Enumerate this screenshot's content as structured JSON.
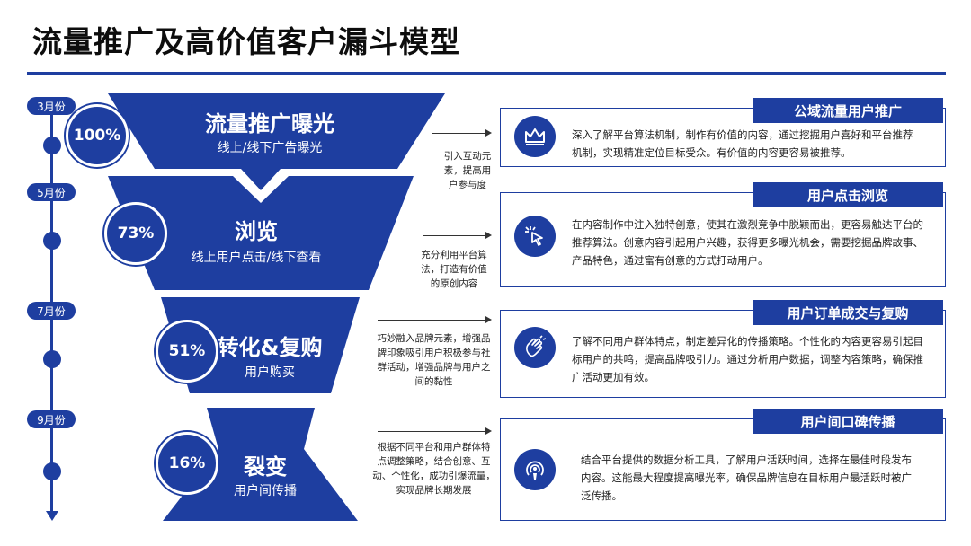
{
  "title": "流量推广及高价值客户漏斗模型",
  "months": [
    "3月份",
    "5月份",
    "7月份",
    "9月份"
  ],
  "stages": [
    {
      "title": "流量推广曝光",
      "subtitle": "线上/线下广告曝光",
      "percent": "100%"
    },
    {
      "title": "浏览",
      "subtitle": "线上用户点击/线下查看",
      "percent": "73%"
    },
    {
      "title": "转化&复购",
      "subtitle": "用户购买",
      "percent": "51%"
    },
    {
      "title": "裂变",
      "subtitle": "用户间传播",
      "percent": "16%"
    }
  ],
  "notes": [
    [
      "引入互动元",
      "素，提高用",
      "户参与度"
    ],
    [
      "充分利用平台算",
      "法，打造有价值",
      "的原创内容"
    ],
    [
      "巧妙融入品牌元素，增强品",
      "牌印象吸引用户积极参与社",
      "群活动，增强品牌与用户之",
      "间的黏性"
    ],
    [
      "根据不同平台和用户群体特",
      "点调整策略，结合创意、互",
      "动、个性化，成功引爆流量，",
      "实现品牌长期发展"
    ]
  ],
  "cards": [
    {
      "tab": "公域流量用户推广",
      "icon": "crown-icon",
      "lines": [
        "深入了解平台算法机制，制作有价值的内容，通过挖掘用户喜好和平台推荐",
        "机制，实现精准定位目标受众。有价值的内容更容易被推荐。"
      ]
    },
    {
      "tab": "用户点击浏览",
      "icon": "cursor-click-icon",
      "lines": [
        "在内容制作中注入独特创意，使其在激烈竞争中脱颖而出，更容易触达平台的",
        "推荐算法。创意内容引起用户兴趣，获得更多曝光机会，需要挖掘品牌故事、",
        "产品特色，通过富有创意的方式打动用户。"
      ]
    },
    {
      "tab": "用户订单成交与复购",
      "icon": "clap-hands-icon",
      "lines": [
        "了解不同用户群体特点，制定差异化的传播策略。个性化的内容更容易引起目",
        "标用户的共鸣，提高品牌吸引力。通过分析用户数据，调整内容策略，确保推",
        "广活动更加有效。"
      ]
    },
    {
      "tab": "用户间口碑传播",
      "icon": "broadcast-icon",
      "lines": [
        "结合平台提供的数据分析工具，了解用户活跃时间，选择在最佳时段发布",
        "内容。这能最大程度提高曝光率，确保品牌信息在目标用户最活跃时被广",
        "泛传播。"
      ]
    }
  ],
  "colors": {
    "primary": "#1e3ea0"
  }
}
